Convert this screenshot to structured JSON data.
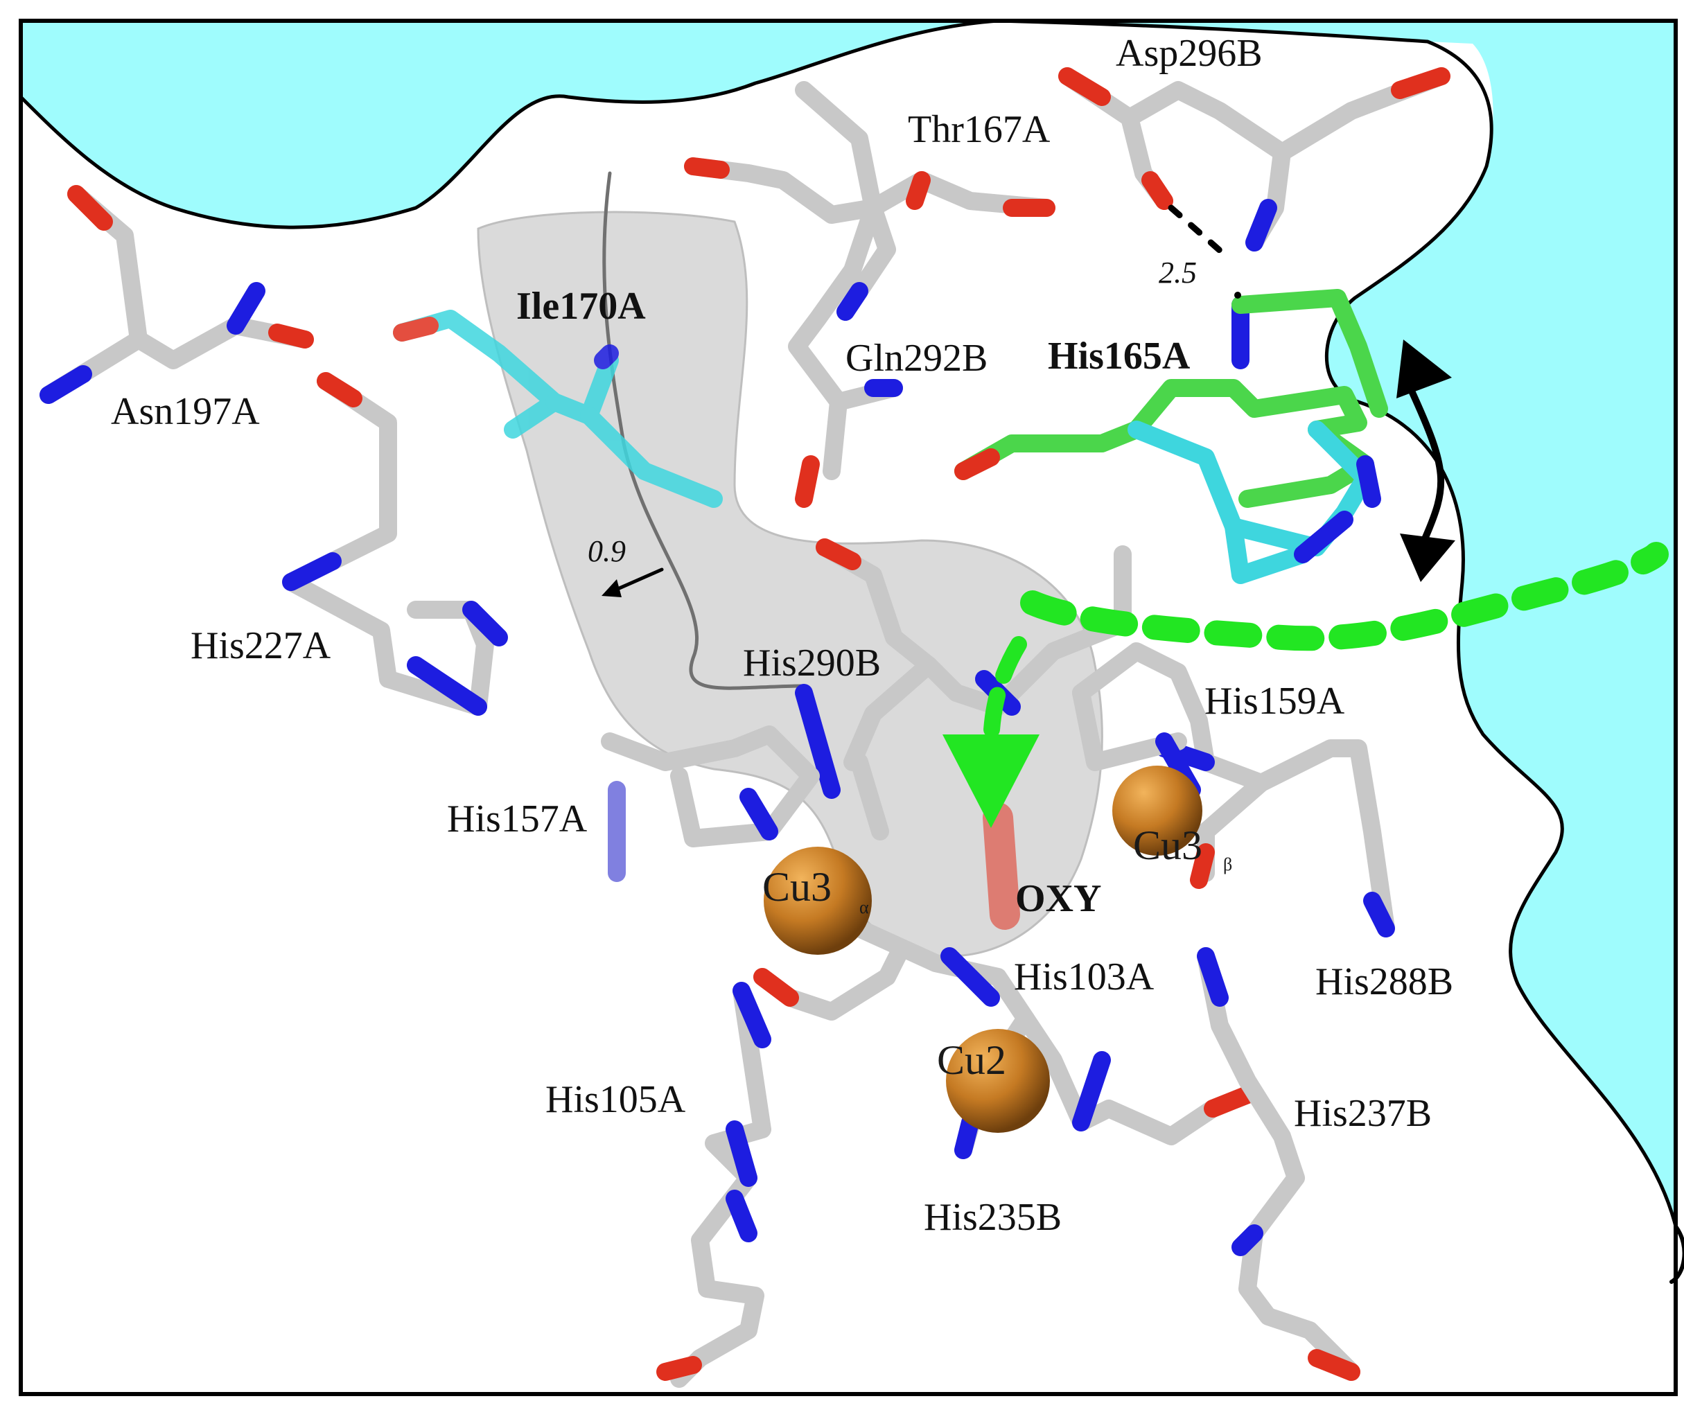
{
  "colors": {
    "solvent": "#9ffcfd",
    "carbon": "#c8c8c8",
    "nitrogen": "#1d1de0",
    "oxygen": "#e0301e",
    "copper": "#c57a23",
    "his165_alt": "#4bd64b",
    "ile_cyan": "#3ed6de",
    "pathway": "#22e622",
    "outline": "#000000"
  },
  "labels": {
    "asp296b": "Asp296B",
    "thr167a": "Thr167A",
    "ile170a": "Ile170A",
    "asn197a": "Asn197A",
    "gln292b": "Gln292B",
    "his165a": "His165A",
    "his227a": "His227A",
    "his290b": "His290B",
    "his159a": "His159A",
    "his157a": "His157A",
    "his288b": "His288B",
    "his103a": "His103A",
    "his105a": "His105A",
    "his237b": "His237B",
    "his235b": "His235B",
    "oxy": "OXY"
  },
  "distances": {
    "asp_his": "2.5",
    "ile_shift": "0.9"
  },
  "metals": {
    "cu3a_main": "Cu3",
    "cu3a_sub": "α",
    "cu3b_main": "Cu3",
    "cu3b_sub": "β",
    "cu2": "Cu2"
  },
  "icons": {
    "double_arrow": "double-headed-arrow-icon",
    "pathway_arrow": "green-arrow-icon",
    "shift_arrow": "small-arrow-icon"
  }
}
